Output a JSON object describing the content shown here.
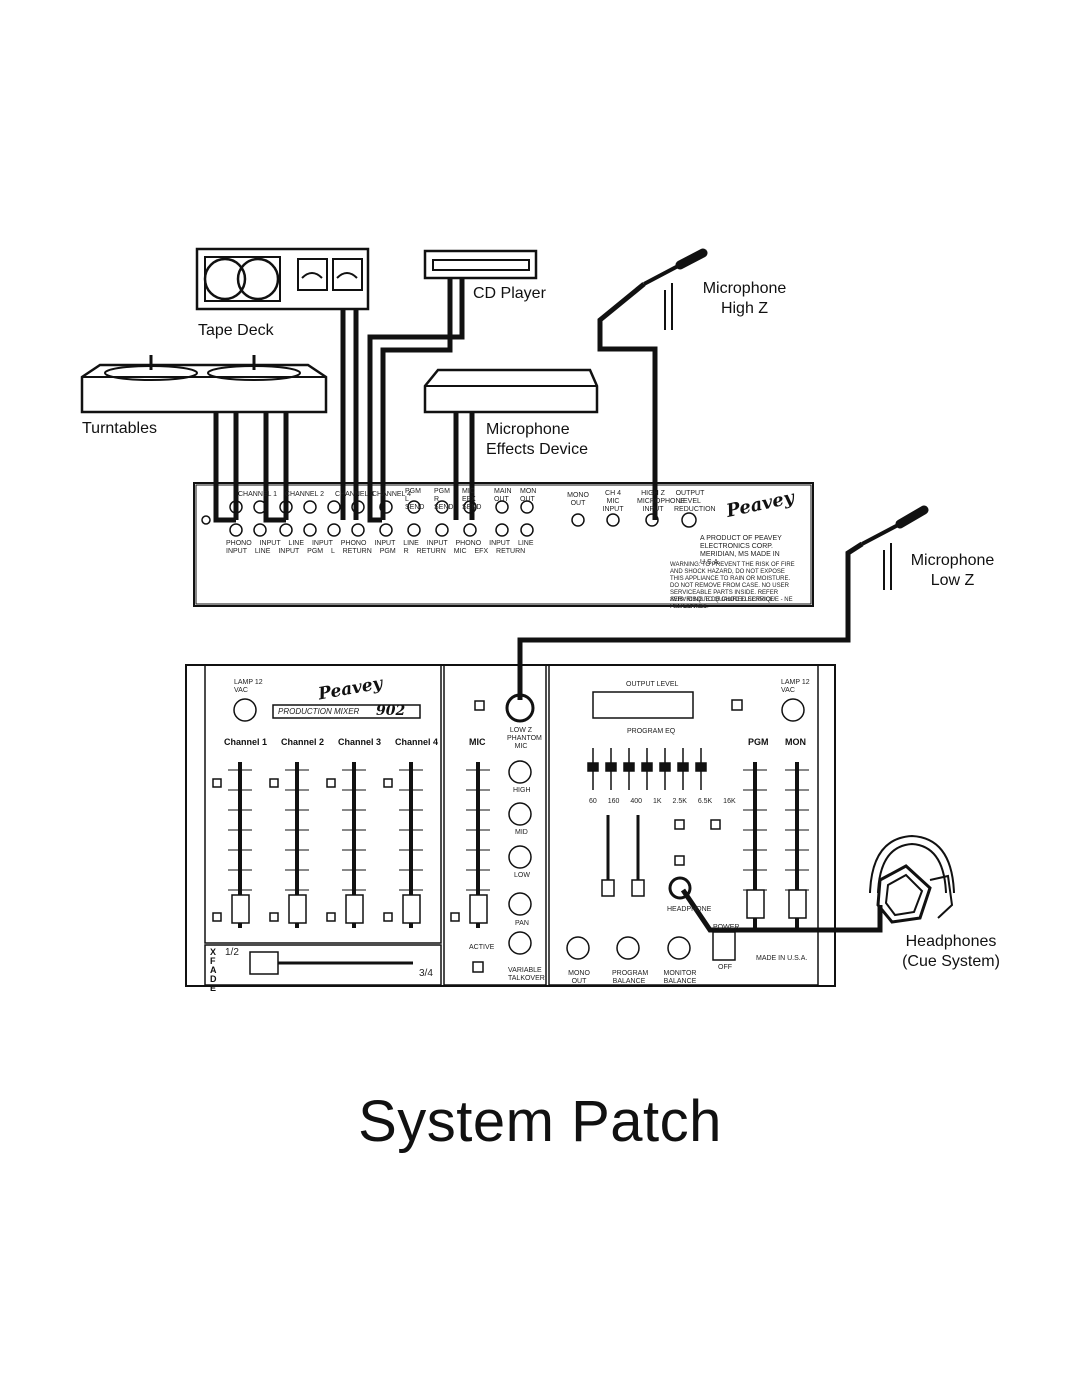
{
  "diagram": {
    "title": "System Patch",
    "devices": {
      "tape_deck": "Tape Deck",
      "cd_player": "CD Player",
      "turntables": "Turntables",
      "microphone_effects": [
        "Microphone",
        "Effects Device"
      ],
      "microphone_high_z": [
        "Microphone",
        "High Z"
      ],
      "microphone_low_z": [
        "Microphone",
        "Low Z"
      ],
      "headphones": [
        "Headphones",
        "(Cue System)"
      ]
    },
    "mixer": {
      "model": "PRODUCTION MIXER",
      "model_number": "902",
      "brand": "Peavey",
      "channel_labels": [
        "Channel 1",
        "Channel 2",
        "Channel 3",
        "Channel 4"
      ],
      "mic_label": "MIC",
      "pgm_label": "PGM",
      "mon_label": "MON",
      "xfade_label": "X F A D E",
      "xfade_left": "1/2",
      "xfade_right": "3/4",
      "lamp_label": "LAMP 12 VAC",
      "output_level": "OUTPUT LEVEL",
      "program_eq": "PROGRAM EQ",
      "eq_bands": [
        "60",
        "160",
        "400",
        "1K",
        "2.5K",
        "6.5K",
        "16K"
      ],
      "headphone": "HEADPHONE",
      "power": "POWER",
      "off": "OFF",
      "made_in": "MADE IN U.S.A.",
      "knob_labels": [
        "MONO OUT",
        "PROGRAM BALANCE",
        "MONITOR BALANCE"
      ],
      "mic_knobs": [
        "HIGH",
        "MID",
        "LOW",
        "PAN"
      ],
      "low_z": "LOW Z PHANTOM MIC",
      "variable_talkover": "VARIABLE TALKOVER",
      "active": "ACTIVE"
    },
    "rear_panel": {
      "channel_tags": [
        "CHANNEL 1",
        "CHANNEL 2",
        "CHANNEL 3",
        "CHANNEL 4"
      ],
      "jack_groups": [
        "PHONO INPUT",
        "LINE INPUT",
        "PHONO INPUT",
        "LINE INPUT",
        "PHONO INPUT",
        "LINE INPUT",
        "LINE INPUT",
        "PGM L RETURN",
        "PGM R RETURN",
        "MIC EFX RETURN"
      ],
      "send_tags": [
        "PGM L SEND",
        "PGM R SEND",
        "MIC EFX SEND",
        "MAIN OUT",
        "MON OUT"
      ],
      "right_tags": [
        "MONO OUT",
        "CH 4 MIC INPUT",
        "HIGH Z MICROPHONE INPUT",
        "OUTPUT LEVEL REDUCTION"
      ],
      "product_note": "A PRODUCT OF PEAVEY ELECTRONICS CORP. MERIDIAN, MS  MADE IN U.S.A.",
      "warning": "WARNING: TO PREVENT THE RISK OF FIRE AND SHOCK HAZARD, DO NOT EXPOSE THIS APPLIANCE TO RAIN OR MOISTURE. DO NOT REMOVE FROM CASE. NO USER SERVICEABLE PARTS INSIDE. REFER SERVICING TO QUALIFIED SERVICE PERSONNEL.",
      "avis": "AVIS: RISQUE DE CHOC ELECTRIQUE - NE PAS OUVRIR"
    }
  }
}
